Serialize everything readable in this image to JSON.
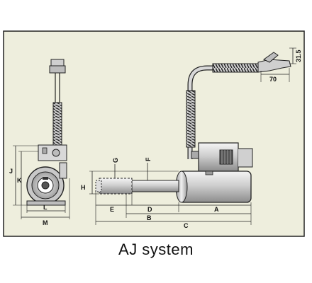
{
  "caption": "AJ system",
  "dimensions": {
    "top_horizontal": "70",
    "top_vertical": "31.5",
    "g": "G",
    "f": "F",
    "h": "H",
    "j": "J",
    "k": "K",
    "l": "L",
    "m": "M",
    "a": "A",
    "b": "B",
    "c": "C",
    "d": "D",
    "e": "E"
  },
  "colors": {
    "frame_bg": "#eeeedd",
    "frame_border": "#222222",
    "body_metal": "#c8c8c8",
    "line": "#222222"
  }
}
